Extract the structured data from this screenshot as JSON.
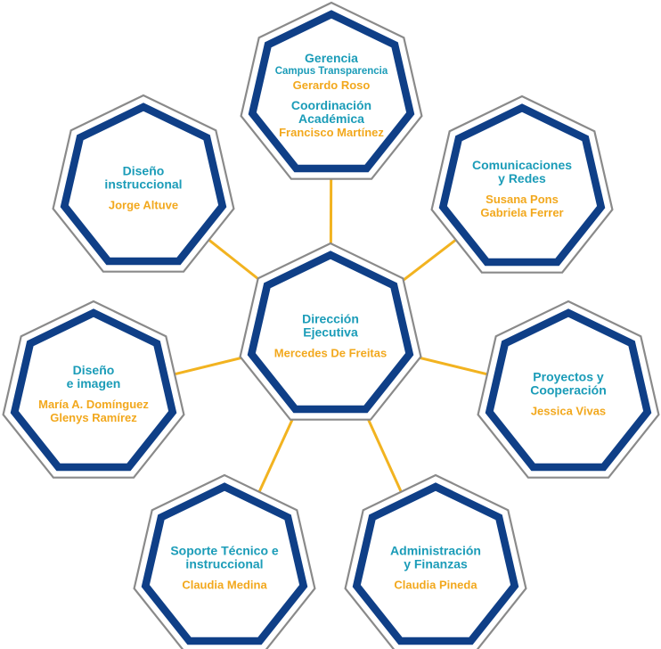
{
  "colors": {
    "border_outer": "#8a8a8a",
    "border_main": "#0f3f87",
    "connector": "#f2b320",
    "title": "#1b9cb8",
    "name": "#f2a81d"
  },
  "center": {
    "title_lines": [
      "Dirección",
      "Ejecutiva"
    ],
    "names": [
      "Mercedes De Freitas"
    ]
  },
  "units": [
    {
      "key": "gerencia",
      "title_lines": [
        "Gerencia"
      ],
      "sub": "Campus Transparencia",
      "names": [
        "Gerardo Roso"
      ],
      "extra_title_lines": [
        "Coordinación",
        "Académica"
      ],
      "extra_names": [
        "Francisco Martínez"
      ]
    },
    {
      "key": "comunicaciones",
      "title_lines": [
        "Comunicaciones",
        "y Redes"
      ],
      "names": [
        "Susana Pons",
        "Gabriela Ferrer"
      ]
    },
    {
      "key": "proyectos",
      "title_lines": [
        "Proyectos y",
        "Cooperación"
      ],
      "names": [
        "Jessica Vivas"
      ]
    },
    {
      "key": "administracion",
      "title_lines": [
        "Administración",
        "y Finanzas"
      ],
      "names": [
        "Claudia Pineda"
      ]
    },
    {
      "key": "soporte",
      "title_lines": [
        "Soporte Técnico e",
        "instruccional"
      ],
      "names": [
        "Claudia Medina"
      ]
    },
    {
      "key": "diseno-imagen",
      "title_lines": [
        "Diseño",
        "e imagen"
      ],
      "names": [
        "María A. Domínguez",
        "Glenys Ramírez"
      ]
    },
    {
      "key": "diseno-instruccional",
      "title_lines": [
        "Diseño",
        "instruccional"
      ],
      "names": [
        "Jorge Altuve"
      ]
    }
  ]
}
